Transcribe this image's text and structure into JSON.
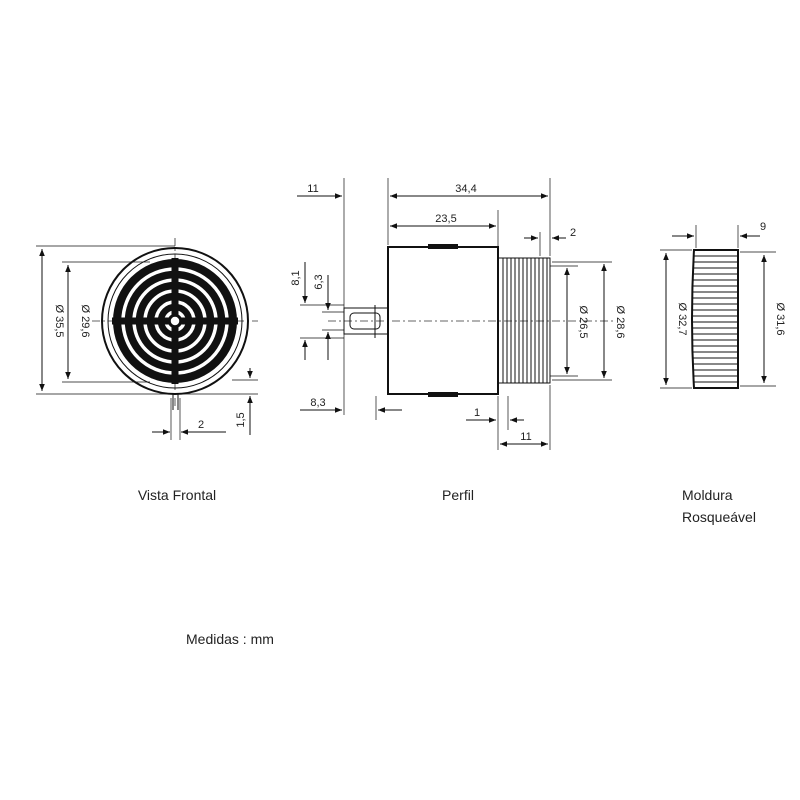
{
  "front_view": {
    "caption": "Vista Frontal",
    "dim_outer_diameter": "Ø 35,5",
    "dim_inner_diameter": "Ø 29,6",
    "dim_offset": "2",
    "dim_height": "1,5"
  },
  "profile_view": {
    "caption": "Perfil",
    "dim_total_length": "34,4",
    "dim_body_length": "23,5",
    "dim_terminal_length": "11",
    "dim_thread_gap": "2",
    "dim_8_1": "8,1",
    "dim_6_3": "6,3",
    "dim_thread_inner": "Ø 26,5",
    "dim_thread_outer": "Ø 28,6",
    "dim_8_3": "8,3",
    "dim_1": "1",
    "dim_thread_length": "11"
  },
  "bezel_view": {
    "caption_line1": "Moldura",
    "caption_line2": "Rosqueável",
    "dim_width": "9",
    "dim_diameter_outer": "Ø 32,7",
    "dim_diameter_inner": "Ø 31,6"
  },
  "units_note": "Medidas : mm"
}
